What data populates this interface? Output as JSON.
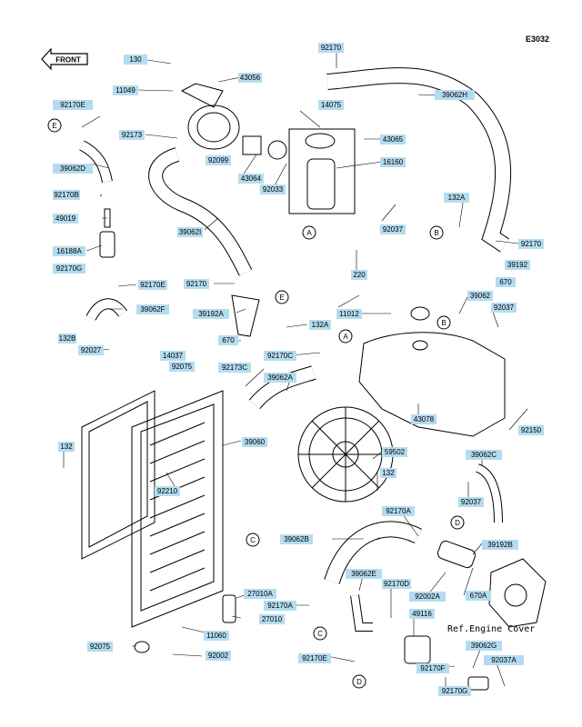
{
  "diagram_code": "E3032",
  "front_label": "FRONT",
  "reference_note": "Ref.Engine Cover",
  "callouts": [
    "A",
    "B",
    "C",
    "D",
    "E"
  ],
  "part_labels": [
    "130",
    "11049",
    "43056",
    "92170",
    "14075",
    "39062H",
    "92170E",
    "92173",
    "92099",
    "43065",
    "16160",
    "43064",
    "92033",
    "39062D",
    "92170B",
    "49019",
    "39062I",
    "92037",
    "132A",
    "92170",
    "16188A",
    "92170G",
    "92170E",
    "92170",
    "220",
    "39192",
    "39062F",
    "39192A",
    "670",
    "11012",
    "39062",
    "92037",
    "670",
    "132B",
    "92027",
    "14037",
    "92075",
    "92170C",
    "132A",
    "92173C",
    "39062A",
    "43078",
    "92150",
    "132",
    "59502",
    "39060",
    "92210",
    "132",
    "39062C",
    "92037",
    "92170A",
    "39062B",
    "39192B",
    "39062E",
    "92170D",
    "92002A",
    "670A",
    "27010A",
    "92170A",
    "27010",
    "49116",
    "11060",
    "92075",
    "92002",
    "92170E",
    "39062G",
    "92037A",
    "92170F",
    "92170G"
  ],
  "colors": {
    "label_bg": "#b4dcf0",
    "line": "#000000"
  }
}
